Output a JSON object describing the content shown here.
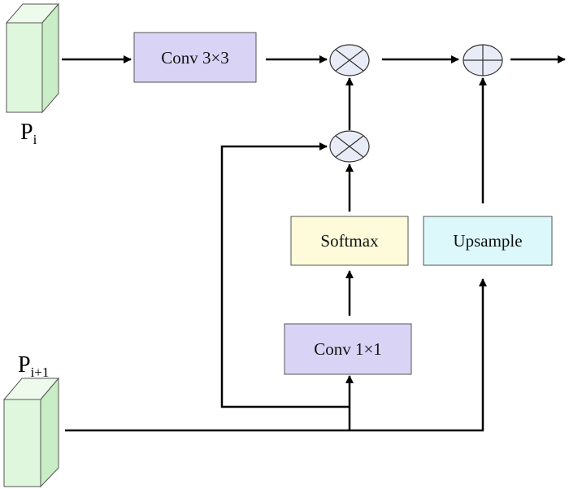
{
  "nodes": {
    "conv3": {
      "label": "Conv 3×3"
    },
    "softmax": {
      "label": "Softmax"
    },
    "upsample": {
      "label": "Upsample"
    },
    "conv1": {
      "label": "Conv 1×1"
    }
  },
  "inputs": {
    "p_i": {
      "main": "P",
      "sub": "i"
    },
    "p_i1": {
      "main": "P",
      "sub": "i+1"
    }
  },
  "operators": {
    "multiply": "⊗",
    "add": "⊕"
  },
  "colors": {
    "conv": "#d9d4f5",
    "softmax": "#fdfbd9",
    "upsample": "#dcf8fb",
    "feature_map": "#dff7dc",
    "operator": "#e8ecf6"
  }
}
